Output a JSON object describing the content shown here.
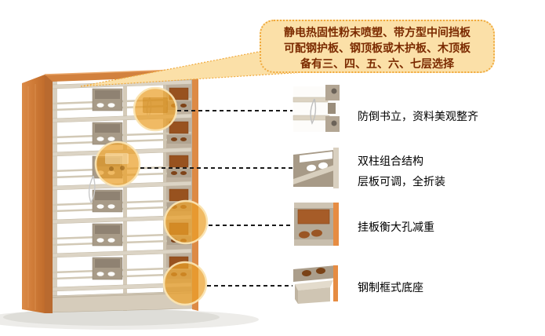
{
  "callout": {
    "lines": [
      "静电热固性粉末喷塑、带方型中间挡板",
      "可配钢护板、钢顶板或木护板、木顶板",
      "备有三、四、五、六、七层选择"
    ],
    "fill_color": "#FBE0A8",
    "border_color": "#F0A93C",
    "text_color": "#7B2A00"
  },
  "annotations": [
    {
      "id": "anti-fall-book-support",
      "lines": [
        "防倒书立，资料美观整齐"
      ],
      "thumbnail_icon": "shelf-wire-book-support-photo"
    },
    {
      "id": "double-post-structure",
      "lines": [
        "双柱组合结构",
        "层板可调，全折装"
      ],
      "thumbnail_icon": "double-post-shelf-corner-photo"
    },
    {
      "id": "hanging-board-holes",
      "lines": [
        "挂板衡大孔减重"
      ],
      "thumbnail_icon": "hanging-board-holes-photo"
    },
    {
      "id": "steel-frame-base",
      "lines": [
        "钢制框式底座"
      ],
      "thumbnail_icon": "steel-frame-base-photo"
    }
  ],
  "illustration": {
    "subject": "double-column steel library bookshelf with wood side panels",
    "highlight_circle_color": "#ECA42A",
    "highlight_ring_color": "#FAE4B2",
    "wood_color": "#D2813E",
    "metal_beige_color": "#D8CFBF",
    "metal_taupe_color": "#A89B88",
    "connector_color": "#1A1A1A",
    "background_color": "#FFFFFF"
  }
}
